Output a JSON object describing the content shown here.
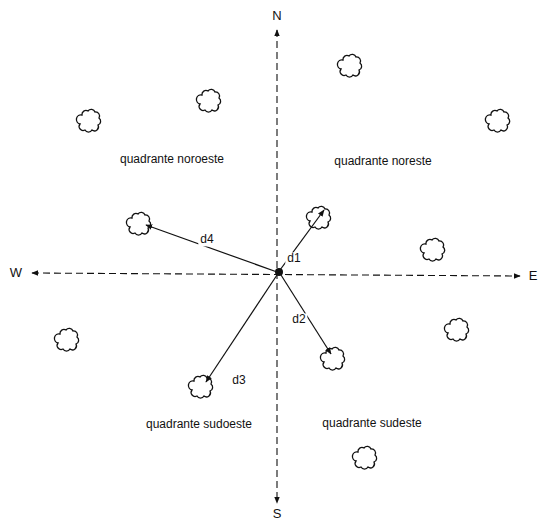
{
  "diagram": {
    "labels": [
      "N",
      "quadrante noroeste",
      "quadrante noreste",
      "W",
      "E",
      "d4",
      "d1",
      "d2",
      "d3",
      "quadrante sudoeste",
      "quadrante sudeste",
      "S"
    ]
  }
}
